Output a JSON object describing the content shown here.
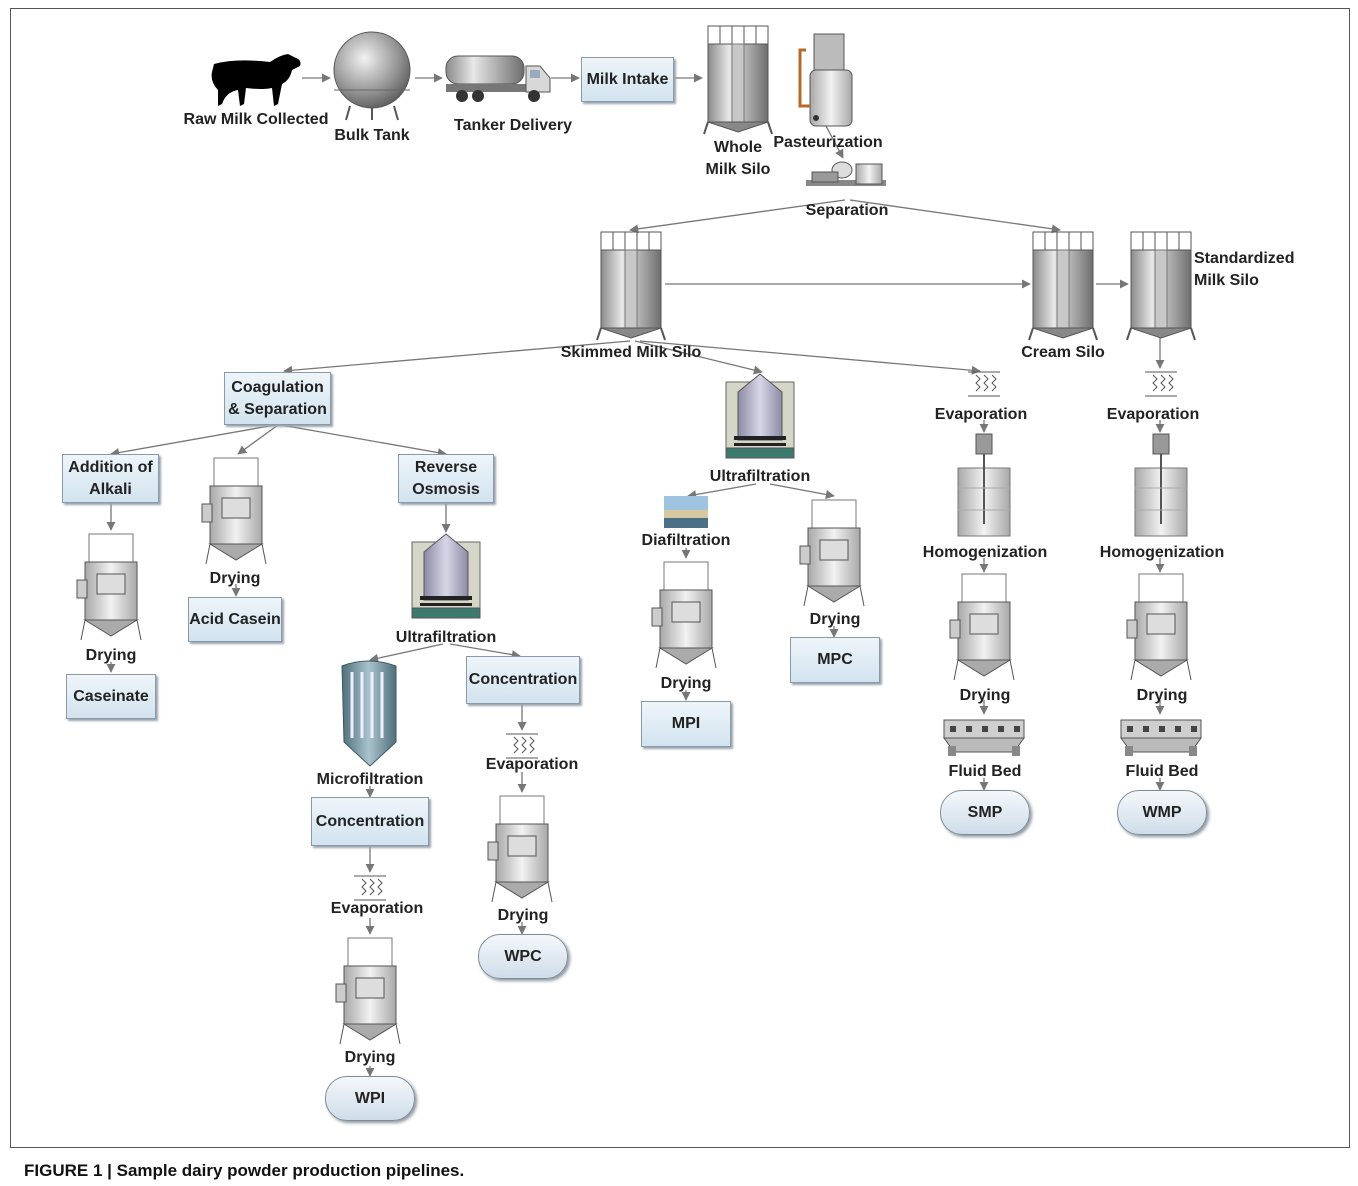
{
  "figure": {
    "caption": "FIGURE 1 | Sample dairy powder production pipelines."
  },
  "labels": {
    "raw_milk": "Raw Milk Collected",
    "bulk_tank": "Bulk Tank",
    "tanker": "Tanker Delivery",
    "whole_milk_silo": "Whole\nMilk Silo",
    "pasteurization": "Pasteurization",
    "separation": "Separation",
    "standardized_silo": "Standardized\nMilk Silo",
    "skimmed_silo": "Skimmed Milk Silo",
    "cream_silo": "Cream Silo",
    "drying_caseinate": "Drying",
    "drying_acid": "Drying",
    "uf_ro": "Ultrafiltration",
    "microfiltration": "Microfiltration",
    "evap_wpi": "Evaporation",
    "drying_wpi": "Drying",
    "evap_wpc": "Evaporation",
    "drying_wpc": "Drying",
    "uf_main": "Ultrafiltration",
    "diafiltration": "Diafiltration",
    "drying_mpi": "Drying",
    "drying_mpc": "Drying",
    "evap_smp": "Evaporation",
    "homog_smp": "Homogenization",
    "drying_smp": "Drying",
    "fluid_smp": "Fluid Bed",
    "evap_wmp": "Evaporation",
    "homog_wmp": "Homogenization",
    "drying_wmp": "Drying",
    "fluid_wmp": "Fluid Bed"
  },
  "boxes": {
    "milk_intake": "Milk Intake",
    "coag_sep": "Coagulation\n& Separation",
    "alkali": "Addition of\nAlkali",
    "reverse_osmosis": "Reverse\nOsmosis",
    "acid_casein": "Acid Casein",
    "caseinate": "Caseinate",
    "concentration_wpc": "Concentration",
    "concentration_wpi": "Concentration",
    "mpi": "MPI",
    "mpc": "MPC"
  },
  "products": {
    "wpi": "WPI",
    "wpc": "WPC",
    "smp": "SMP",
    "wmp": "WMP"
  }
}
